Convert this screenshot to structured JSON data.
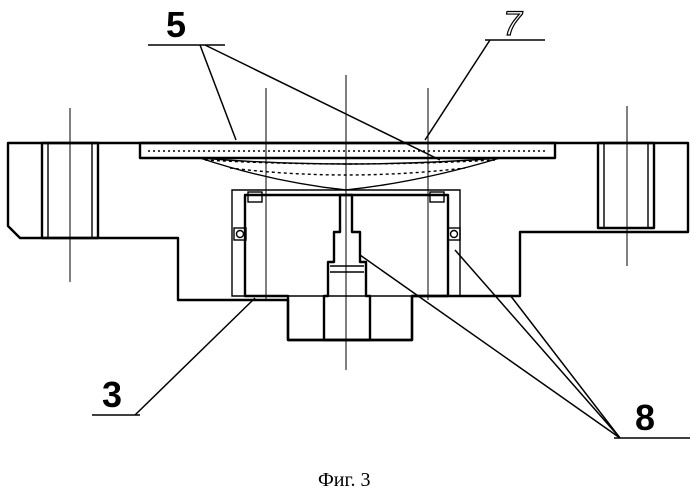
{
  "callouts": {
    "label_5": "5",
    "label_7": "7",
    "label_3": "3",
    "label_8": "8"
  },
  "caption": "Фиг. 3"
}
